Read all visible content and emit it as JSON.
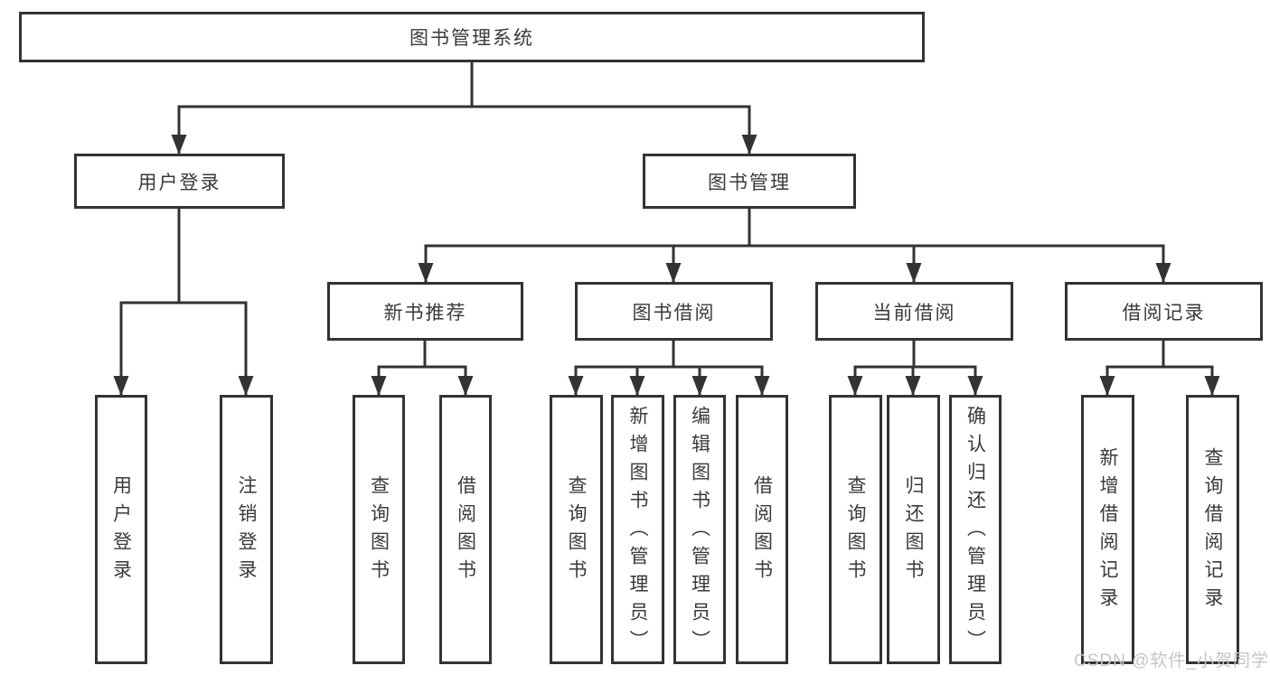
{
  "diagram": {
    "root": "图书管理系统",
    "branches": [
      {
        "label": "用户登录",
        "children": [
          "用户登录",
          "注销登录"
        ]
      },
      {
        "label": "图书管理",
        "children": [
          {
            "label": "新书推荐",
            "children": [
              "查询图书",
              "借阅图书"
            ]
          },
          {
            "label": "图书借阅",
            "children": [
              "查询图书",
              "新增图书（管理员）",
              "编辑图书（管理员）",
              "借阅图书"
            ]
          },
          {
            "label": "当前借阅",
            "children": [
              "查询图书",
              "归还图书",
              "确认归还（管理员）"
            ]
          },
          {
            "label": "借阅记录",
            "children": [
              "新增借阅记录",
              "查询借阅记录"
            ]
          }
        ]
      }
    ]
  },
  "watermark": "CSDN @软件_小贺同学",
  "colors": {
    "line": "#333333",
    "text": "#3a3a3a",
    "box_background": "#ffffff",
    "page_background": "#ffffff",
    "watermark": "#c5c5c5"
  }
}
